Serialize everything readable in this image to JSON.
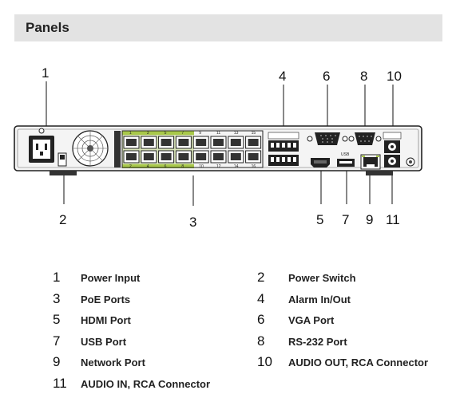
{
  "section": {
    "title": "Panels"
  },
  "callouts": {
    "top": [
      {
        "num": "1"
      },
      {
        "num": "4"
      },
      {
        "num": "6"
      },
      {
        "num": "8"
      },
      {
        "num": "10"
      }
    ],
    "bottom": [
      {
        "num": "2"
      },
      {
        "num": "3"
      },
      {
        "num": "5"
      },
      {
        "num": "7"
      },
      {
        "num": "9"
      },
      {
        "num": "11"
      }
    ]
  },
  "legend": [
    {
      "num": "1",
      "label": "Power Input"
    },
    {
      "num": "2",
      "label": "Power Switch"
    },
    {
      "num": "3",
      "label": "PoE  Ports"
    },
    {
      "num": "4",
      "label": "Alarm In/Out"
    },
    {
      "num": "5",
      "label": "HDMI Port"
    },
    {
      "num": "6",
      "label": "VGA Port"
    },
    {
      "num": "7",
      "label": "USB  Port"
    },
    {
      "num": "8",
      "label": "RS-232 Port"
    },
    {
      "num": "9",
      "label": "Network Port"
    },
    {
      "num": "10",
      "label": "AUDIO OUT, RCA Connector"
    },
    {
      "num": "11",
      "label": "AUDIO IN, RCA Connector"
    }
  ],
  "poe_port_numbers_top": [
    "1",
    "3",
    "5",
    "7",
    "9",
    "11",
    "13",
    "15"
  ],
  "poe_port_numbers_bottom": [
    "2",
    "4",
    "6",
    "8",
    "10",
    "12",
    "14",
    "16"
  ],
  "colors": {
    "poe_highlight": "#a8c84a",
    "header_bg": "#e3e3e3"
  }
}
